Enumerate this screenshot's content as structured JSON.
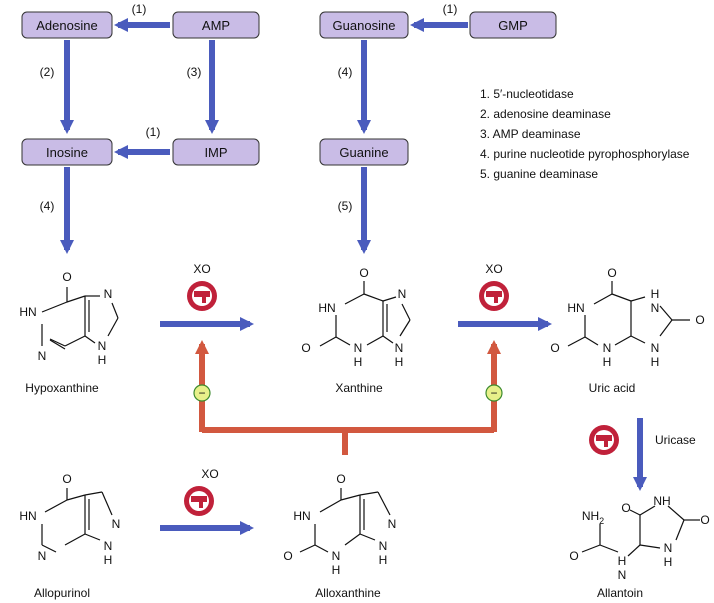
{
  "boxes": {
    "adenosine": "Adenosine",
    "amp": "AMP",
    "inosine": "Inosine",
    "imp": "IMP",
    "guanosine": "Guanosine",
    "gmp": "GMP",
    "guanine": "Guanine"
  },
  "step_labels": {
    "amp_adenosine": "(1)",
    "adenosine_inosine": "(2)",
    "amp_imp": "(3)",
    "imp_inosine": "(1)",
    "inosine_hypoxanthine": "(4)",
    "gmp_guanosine": "(1)",
    "guanosine_guanine": "(4)",
    "guanine_xanthine": "(5)"
  },
  "legend": [
    "1. 5′-nucleotidase",
    "2. adenosine deaminase",
    "3. AMP deaminase",
    "4. purine nucleotide pyrophosphorylase",
    "5. guanine deaminase"
  ],
  "enzymes": {
    "xo_1": "XO",
    "xo_2": "XO",
    "xo_3": "XO",
    "uricase": "Uricase"
  },
  "molecules": {
    "hypoxanthine": "Hypoxanthine",
    "xanthine": "Xanthine",
    "uric_acid": "Uric acid",
    "allopurinol": "Allopurinol",
    "alloxanthine": "Alloxanthine",
    "allantoin": "Allantoin"
  },
  "atoms": {
    "O": "O",
    "N": "N",
    "HN": "HN",
    "H": "H",
    "NH": "NH",
    "NH2": "NH"
  },
  "inhibitor_symbol": "−",
  "colors": {
    "box_fill": "#c9bce6",
    "arrow_blue": "#4a5bbd",
    "arrow_red": "#d2583f",
    "enzyme_ring": "#c0213a",
    "inhibitor_fill": "#e7f08a"
  }
}
